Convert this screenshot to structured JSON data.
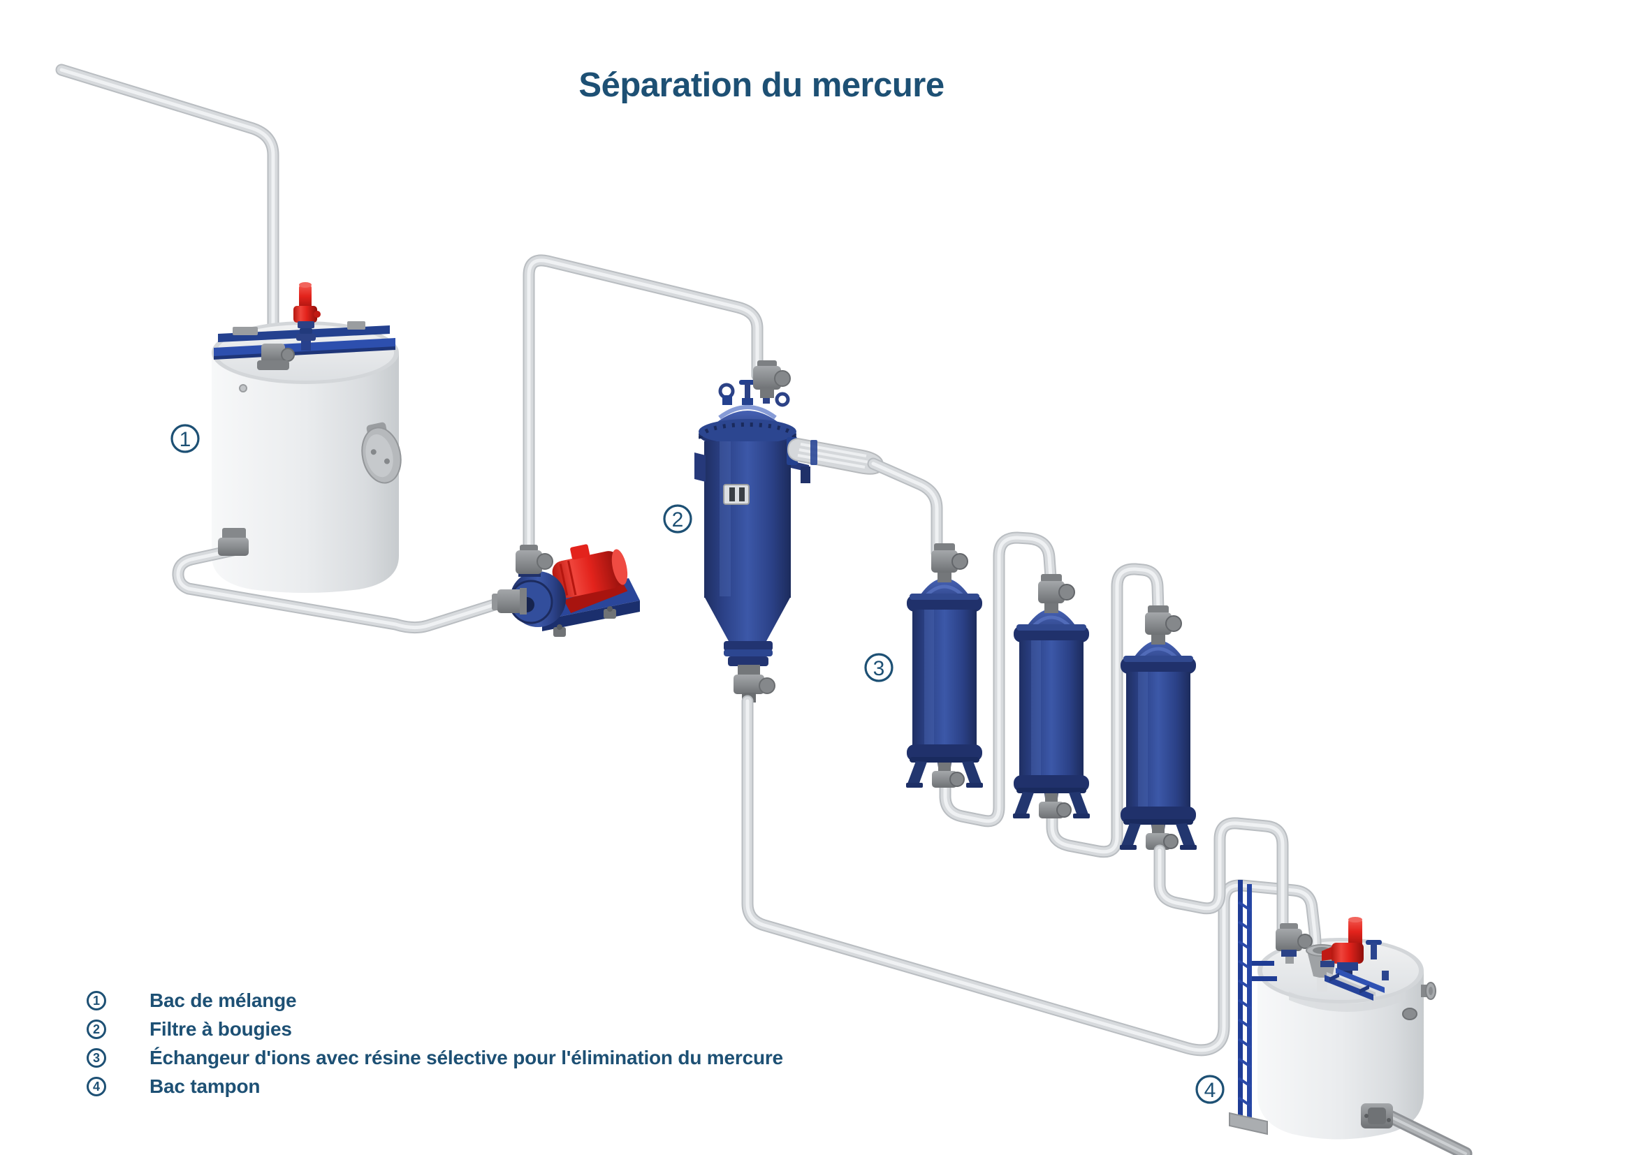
{
  "title": "Séparation du mercure",
  "colors": {
    "accent": "#1d5074",
    "vessel_blue": "#2e4690",
    "rail_blue": "#2d4fae",
    "pump_red": "#e3231c",
    "tank_gray": "#e9ebed",
    "pipe_gray": "#d7dadd",
    "fitting_gray": "#8a8d90"
  },
  "legend": {
    "items": [
      {
        "num": "1",
        "label": "Bac de mélange"
      },
      {
        "num": "2",
        "label": "Filtre à bougies"
      },
      {
        "num": "3",
        "label": "Échangeur d'ions avec résine sélective pour l'élimination du mercure"
      },
      {
        "num": "4",
        "label": "Bac tampon"
      }
    ]
  },
  "markers": [
    {
      "num": "1"
    },
    {
      "num": "2"
    },
    {
      "num": "3"
    },
    {
      "num": "4"
    }
  ]
}
